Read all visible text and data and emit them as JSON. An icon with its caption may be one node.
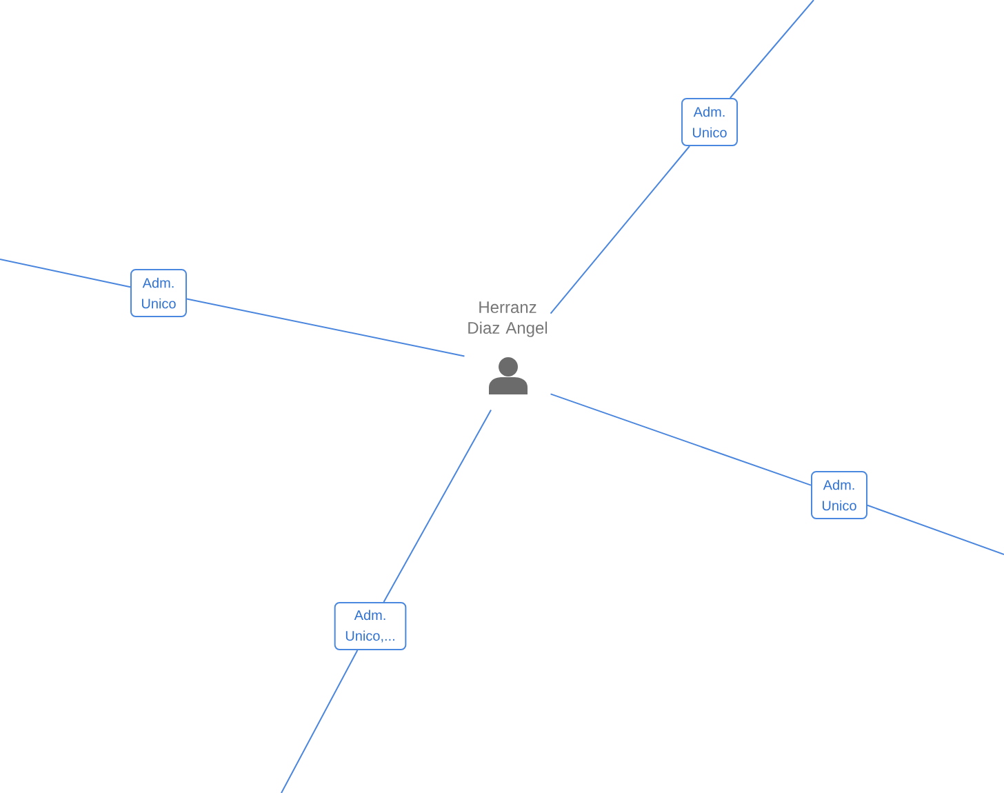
{
  "diagram": {
    "nodes": [
      {
        "text": [
          "Adm. Unico"
        ]
      },
      {
        "text": [
          "Adm. Unico"
        ]
      },
      {
        "text": [
          "Herranz Diaz Angel"
        ]
      },
      {
        "text": [
          "Adm. Unico"
        ]
      },
      {
        "text": [
          "Adm. Unico,..."
        ]
      }
    ],
    "edges": [
      {
        "from": 2,
        "to": 0,
        "arrow": "none"
      },
      {
        "from": 0,
        "to": null,
        "arrow": "none"
      },
      {
        "from": 2,
        "to": 1,
        "arrow": "none"
      },
      {
        "from": 1,
        "to": null,
        "arrow": "none"
      },
      {
        "from": 2,
        "to": 3,
        "arrow": "none"
      },
      {
        "from": 3,
        "to": null,
        "arrow": "none"
      },
      {
        "from": 2,
        "to": 4,
        "arrow": "none"
      },
      {
        "from": 4,
        "to": null,
        "arrow": "none"
      }
    ]
  }
}
